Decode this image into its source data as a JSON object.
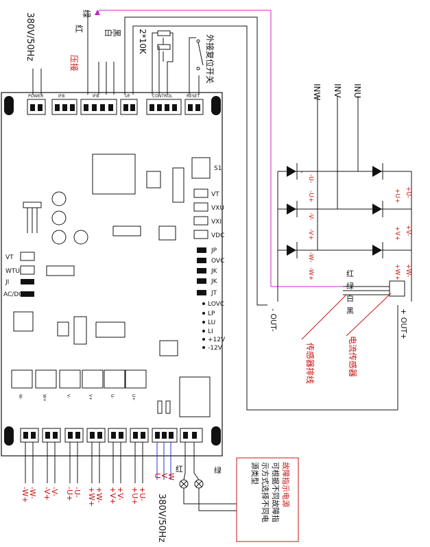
{
  "top": {
    "power_label": "380V/50Hz",
    "wire_black": "黑",
    "wire_white": "白",
    "wire_green": "绿",
    "wire_red": "红",
    "crimp_label": "压接",
    "pot_label": "2*10K",
    "reset_label": "外接复位开关"
  },
  "board": {
    "top_connectors": [
      "POWER",
      "IFB",
      "IFB",
      "UF",
      "CONTROL",
      "RESET"
    ],
    "side_labels": [
      "VT",
      "VXU",
      "VXI",
      "VDC",
      "JP",
      "OVC",
      "JK",
      "JK",
      "JT",
      "LOVC",
      "LP",
      "LU",
      "LI",
      "+12V",
      "-12V"
    ],
    "left_labels": [
      "VT",
      "WTU",
      "JI",
      "AC/DC"
    ],
    "s1_label": "S1",
    "gate_labels": [
      "W-",
      "W+",
      "V-",
      "V+",
      "U-",
      "U+"
    ]
  },
  "right": {
    "inw": "INW",
    "inv": "INV",
    "inu": "INU",
    "u_minus": "-U-",
    "u_plus": "-U+",
    "v_minus": "-V-",
    "v_plus": "-V+",
    "w_minus": "-W-",
    "w_plus": "-W+",
    "r_u_minus": "+U-",
    "r_u_plus": "+U+",
    "r_v_minus": "+V-",
    "r_v_plus": "+V+",
    "r_w_minus": "+W-",
    "r_w_plus": "+W+",
    "sensor_red": "红",
    "sensor_green": "绿",
    "sensor_white": "白",
    "sensor_black": "黑",
    "out_minus": "- OUT-",
    "out_plus": "+ OUT+",
    "sensor_cable": "传感器排线",
    "current_sensor": "电流传感器"
  },
  "bottom": {
    "outputs": [
      "-W-",
      "-V-",
      "-U-",
      "+W-",
      "+V-",
      "+U-"
    ],
    "outputs_plus": [
      "-W+",
      "-V+",
      "-U+",
      "+W+",
      "+V+",
      "+U+"
    ],
    "u": "U",
    "v": "V",
    "w": "W",
    "power": "380V/50Hz",
    "lamp_red": "红",
    "lamp_green": "绿",
    "fault_title": "故障指示电源",
    "fault_line1": "可根据不同故障指",
    "fault_line2": "示方式选择不同电",
    "fault_line3": "源类型"
  }
}
